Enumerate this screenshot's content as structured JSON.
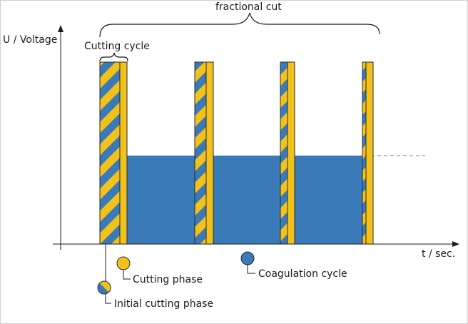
{
  "labels": {
    "y_axis": "U / Voltage",
    "x_axis": "t / sec.",
    "fractional_cut": "fractional cut",
    "cutting_cycle": "Cutting cycle",
    "cutting_phase": "Cutting phase",
    "coagulation_cycle": "Coagulation cycle",
    "initial_cutting_phase": "Initial cutting phase"
  },
  "colors": {
    "blue": "#3a7ab8",
    "yellow": "#f2c21b",
    "outline": "#2a2a2a",
    "axis": "#1a1a1a",
    "dashed": "#777777"
  }
}
